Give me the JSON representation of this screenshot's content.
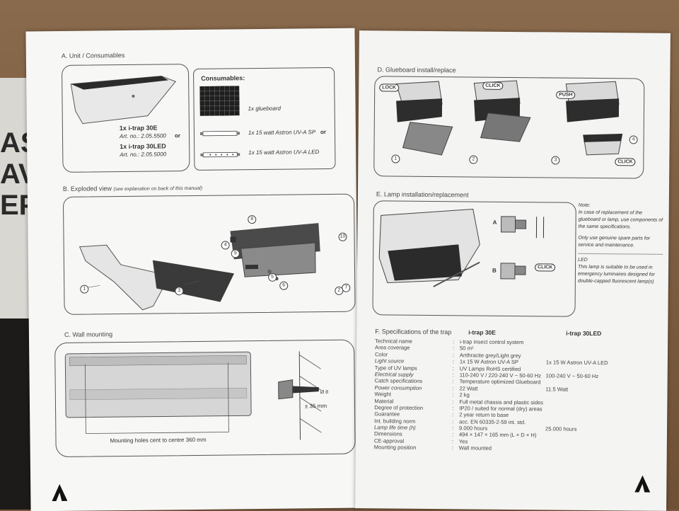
{
  "left": {
    "sectionA": {
      "title": "A. Unit / Consumables",
      "unit1": "1x i-trap 30E",
      "art1": "Art. no.: 2.05.5500",
      "or": "or",
      "unit2": "1x i-trap 30LED",
      "art2": "Art. no.: 2.05.5000",
      "consumables_title": "Consumables:",
      "cons1": "1x glueboard",
      "cons2": "1x 15 watt Astron UV-A SP",
      "cons2_or": "or",
      "cons3": "1x 15 watt Astron UV-A LED"
    },
    "sectionB": {
      "title": "B. Exploded view",
      "note": "(see explanation on back of this manual)",
      "parts": [
        "1",
        "2",
        "3",
        "4",
        "5",
        "6",
        "7",
        "8",
        "9",
        "10"
      ]
    },
    "sectionC": {
      "title": "C. Wall mounting",
      "caption": "Mounting holes cent to centre 360 mm",
      "depth": "± 35 mm",
      "drill": "Ø 8"
    }
  },
  "right": {
    "sectionD": {
      "title": "D. Glueboard install/replace",
      "lock": "LOCK",
      "click": "CLICK",
      "push": "PUSH",
      "steps": [
        "1",
        "2",
        "3",
        "4"
      ]
    },
    "sectionE": {
      "title": "E. Lamp installation/replacement",
      "label_a": "A",
      "label_b": "B",
      "click": "CLICK",
      "note_title": "Note:",
      "note1": "In case of replacement of the glueboard or lamp, use components of the same specifications.",
      "note2": "Only use genuine spare parts for service and maintenance.",
      "led_title": "LED",
      "led_text": "This lamp is suitable to be used in emergency luminaires designed for double-capped fluorescent lamp(s)"
    },
    "sectionF": {
      "title": "F. Specifications of the trap",
      "col1": "i-trap 30E",
      "col2": "i-trap 30LED",
      "rows": [
        {
          "label": "Technical name",
          "v1": "i-trap insect control system",
          "v2": ""
        },
        {
          "label": "Area coverage",
          "v1": "50 m²",
          "v2": ""
        },
        {
          "label": "Color",
          "v1": "Anthracite grey/Light grey",
          "v2": ""
        },
        {
          "label": "Light source",
          "v1": "1x 15 W Astron UV-A SP",
          "v2": "1x 15 W Astron UV-A LED"
        },
        {
          "label": "Type of UV lamps",
          "v1": "UV Lamps RoHS certified",
          "v2": ""
        },
        {
          "label": "Electrical supply",
          "v1": "110-240 V / 220-240 V ~ 50-60 Hz",
          "v2": "100-240 V ~ 50-60 Hz"
        },
        {
          "label": "Catch specifications",
          "v1": "Temperature optimized Glueboard",
          "v2": ""
        },
        {
          "label": "Power consumption",
          "v1": "22 Watt",
          "v2": "11.5 Watt"
        },
        {
          "label": "Weight",
          "v1": "2 kg",
          "v2": ""
        },
        {
          "label": "Material",
          "v1": "Full metal chassis and plastic sides",
          "v2": ""
        },
        {
          "label": "Degree of protection",
          "v1": "IP20 / suited for normal (dry) areas",
          "v2": ""
        },
        {
          "label": "Guarantee",
          "v1": "2 year return to base",
          "v2": ""
        },
        {
          "label": "Int. building norm",
          "v1": "acc. EN 60335-2-59 int. std.",
          "v2": ""
        },
        {
          "label": "Lamp life time (h)",
          "v1": "9.000 hours",
          "v2": "25.000 hours"
        },
        {
          "label": "Dimensions",
          "v1": "494 × 147 × 165 mm (L × D × H)",
          "v2": ""
        },
        {
          "label": "CE-approval",
          "v1": "Yes",
          "v2": ""
        },
        {
          "label": "Mounting position",
          "v1": "Wall mounted",
          "v2": ""
        }
      ]
    }
  },
  "background": {
    "letters": [
      "AS",
      "AV",
      "EP"
    ]
  }
}
